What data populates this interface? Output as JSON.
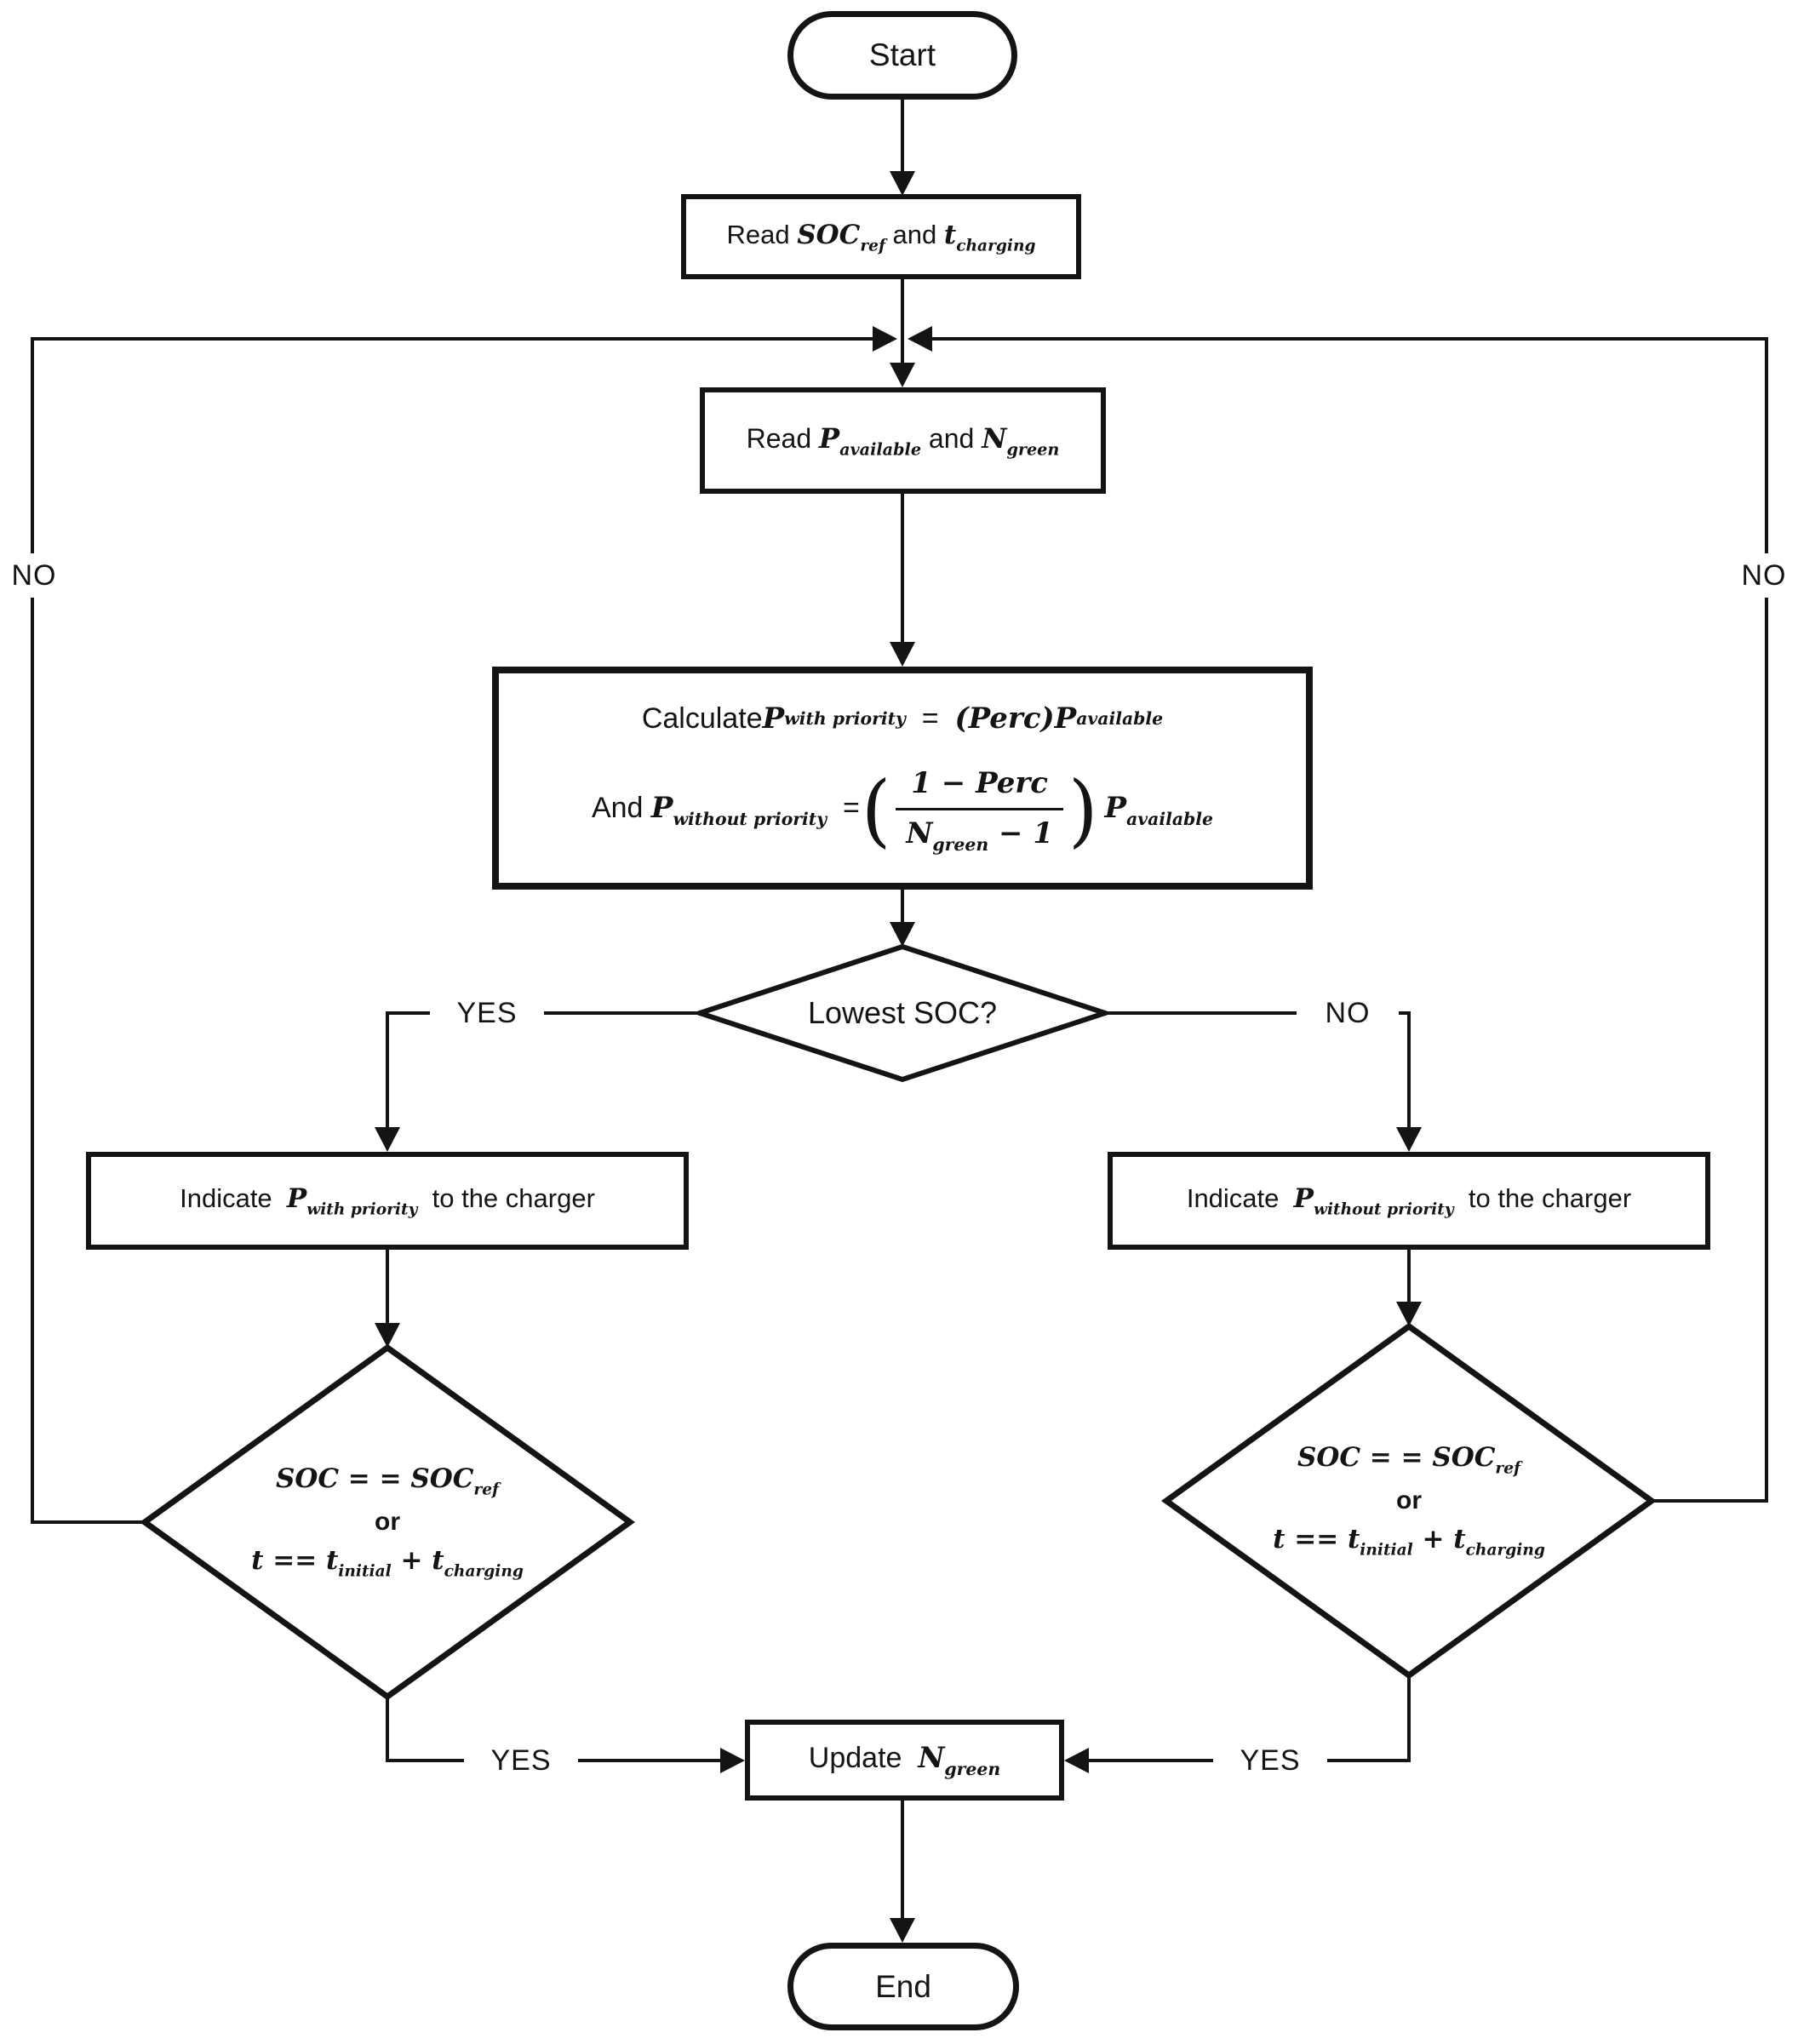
{
  "colors": {
    "line": "#141414",
    "background": "#ffffff"
  },
  "nodes": {
    "start": {
      "label": "Start"
    },
    "read_soc": {
      "runs": [
        {
          "t": "Read "
        },
        {
          "t": "SOC",
          "i": true
        },
        {
          "t": "ref",
          "i": true,
          "sub": true
        },
        {
          "t": " and "
        },
        {
          "t": "t",
          "i": true
        },
        {
          "t": "charging",
          "i": true,
          "sub": true
        }
      ]
    },
    "read_power": {
      "runs": [
        {
          "t": "Read "
        },
        {
          "t": "P",
          "i": true
        },
        {
          "t": "available",
          "i": true,
          "sub": true
        },
        {
          "t": " and "
        },
        {
          "t": "N",
          "i": true
        },
        {
          "t": "green",
          "i": true,
          "sub": true
        }
      ]
    },
    "calculate": {
      "paren_open": "(",
      "paren_close": ")",
      "line1": [
        {
          "t": "Calculate "
        },
        {
          "t": "P",
          "i": true
        },
        {
          "t": "with priority",
          "i": true,
          "sub": true
        },
        {
          "t": "  =  "
        },
        {
          "t": "(Perc) ",
          "i": true
        },
        {
          "t": "P",
          "i": true
        },
        {
          "t": "available",
          "i": true,
          "sub": true
        }
      ],
      "line2_prefix": [
        {
          "t": "And "
        },
        {
          "t": "P",
          "i": true
        },
        {
          "t": "without priority",
          "i": true,
          "sub": true
        },
        {
          "t": "  = "
        }
      ],
      "frac_num": [
        {
          "t": "1 − ",
          "i": true
        },
        {
          "t": "Perc",
          "i": true
        }
      ],
      "frac_den": [
        {
          "t": "N",
          "i": true
        },
        {
          "t": "green",
          "i": true,
          "sub": true
        },
        {
          "t": " − 1",
          "i": true
        }
      ],
      "line2_suffix": [
        {
          "t": "P",
          "i": true
        },
        {
          "t": "available",
          "i": true,
          "sub": true
        }
      ]
    },
    "lowest_soc": {
      "label": "Lowest SOC?"
    },
    "indicate_priority": {
      "runs": [
        {
          "t": "Indicate  "
        },
        {
          "t": "P",
          "i": true
        },
        {
          "t": "with priority",
          "i": true,
          "sub": true
        },
        {
          "t": "  to the charger"
        }
      ]
    },
    "indicate_no_priority": {
      "runs": [
        {
          "t": "Indicate  "
        },
        {
          "t": "P",
          "i": true
        },
        {
          "t": "without priority",
          "i": true,
          "sub": true
        },
        {
          "t": "  to the charger"
        }
      ]
    },
    "check_left": {
      "line1": [
        {
          "t": "SOC",
          "i": true
        },
        {
          "t": " = = ",
          "i": true
        },
        {
          "t": "SOC",
          "i": true
        },
        {
          "t": "ref",
          "i": true,
          "sub": true
        }
      ],
      "or": "or",
      "line2": [
        {
          "t": "t",
          "i": true
        },
        {
          "t": " == ",
          "i": true
        },
        {
          "t": "t",
          "i": true
        },
        {
          "t": "initial",
          "i": true,
          "sub": true
        },
        {
          "t": " + ",
          "i": true
        },
        {
          "t": "t",
          "i": true
        },
        {
          "t": "charging",
          "i": true,
          "sub": true
        }
      ]
    },
    "check_right": {
      "line1": [
        {
          "t": "SOC",
          "i": true
        },
        {
          "t": " = = ",
          "i": true
        },
        {
          "t": "SOC",
          "i": true
        },
        {
          "t": "ref",
          "i": true,
          "sub": true
        }
      ],
      "or": "or",
      "line2": [
        {
          "t": "t",
          "i": true
        },
        {
          "t": " == ",
          "i": true
        },
        {
          "t": "t",
          "i": true
        },
        {
          "t": "initial",
          "i": true,
          "sub": true
        },
        {
          "t": " + ",
          "i": true
        },
        {
          "t": "t",
          "i": true
        },
        {
          "t": "charging",
          "i": true,
          "sub": true
        }
      ]
    },
    "update": {
      "runs": [
        {
          "t": "Update  "
        },
        {
          "t": "N",
          "i": true
        },
        {
          "t": "green",
          "i": true,
          "sub": true
        }
      ]
    },
    "end": {
      "label": "End"
    }
  },
  "edge_labels": {
    "lowest_yes": "YES",
    "lowest_no": "NO",
    "left_loop_no": "NO",
    "right_loop_no": "NO",
    "left_done_yes": "YES",
    "right_done_yes": "YES"
  }
}
